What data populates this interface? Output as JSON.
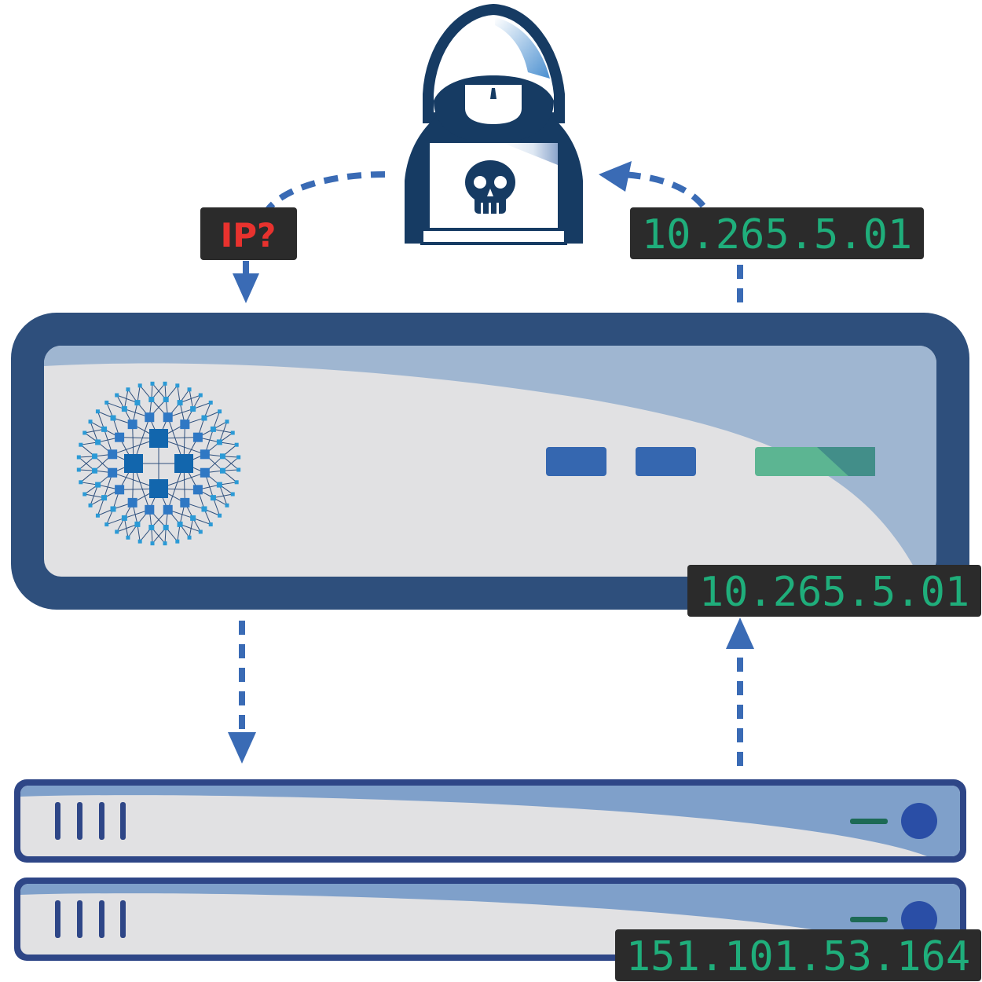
{
  "labels": {
    "query": "IP?",
    "reply_top": "10.265.5.01",
    "proxy_ip": "10.265.5.01",
    "origin_ip": "151.101.53.164"
  },
  "icons": {
    "attacker": "hacker-icon",
    "skull": "skull-icon",
    "network": "network-mesh-icon",
    "proxy": "proxy-server-icon",
    "origin_servers": "rack-server-icon"
  },
  "colors": {
    "label_bg": "#2b2b2b",
    "ip_text": "#1fae7b",
    "query_text": "#e8322e",
    "arrow": "#3a6bb5",
    "server_frame": "#2e4f7c",
    "server_face": "#e1e1e3",
    "server_shine": "#9fb6d1",
    "led_blue": "#3567b0",
    "led_green": "#5cb592"
  }
}
